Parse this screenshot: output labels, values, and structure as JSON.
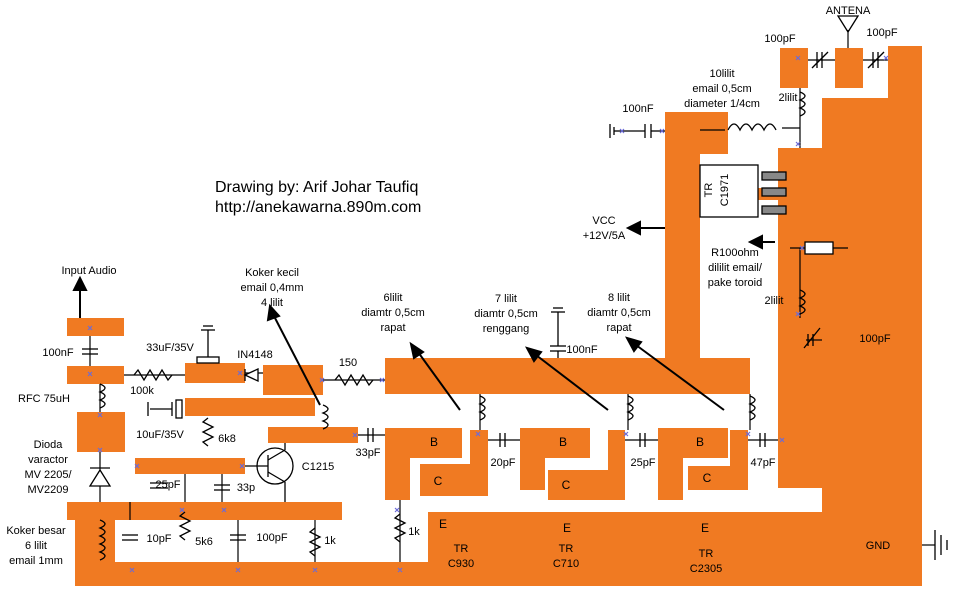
{
  "credits": {
    "line1": "Drawing by: Arif Johar Taufiq",
    "line2": "http://anekawarna.890m.com"
  },
  "colors": {
    "pad": "#f07a22",
    "wire": "#000000",
    "joint": "#6b6bd8",
    "background": "#ffffff"
  },
  "labels": {
    "antena": "ANTENA",
    "cap_100pf_ant_left": "100pF",
    "cap_100pf_ant_right": "100pF",
    "coil_out_1": "10lilit",
    "coil_out_2": "email 0,5cm",
    "coil_out_3": "diameter 1/4cm",
    "coil_2lilit_top": "2lilit",
    "cap_100nf_top": "100nF",
    "tr_c1971_a": "TR",
    "tr_c1971_b": "C1971",
    "vcc_1": "VCC",
    "vcc_2": "+12V/5A",
    "r100_1": "R100ohm",
    "r100_2": "dililit email/",
    "r100_3": "pake toroid",
    "coil_2lilit_mid": "2lilit",
    "trimmer_100pf": "100pF",
    "input_audio": "Input Audio",
    "koker_kecil_1": "Koker kecil",
    "koker_kecil_2": "email 0,4mm",
    "koker_kecil_3": "4 lilit",
    "cap_100nf_left": "100nF",
    "cap_33uf": "33uF/35V",
    "diode_in4148": "IN4148",
    "res_100k": "100k",
    "rfc": "RFC 75uH",
    "cap_10uf": "10uF/35V",
    "res_6k8": "6k8",
    "varactor_1": "Dioda",
    "varactor_2": "varactor",
    "varactor_3": "MV 2205/",
    "varactor_4": "MV2209",
    "cap_25pf": "25pF",
    "cap_33p": "33p",
    "tr_c1215": "C1215",
    "res_150": "150",
    "cap_33pf": "33pF",
    "coil6_1": "6lilit",
    "coil6_2": "diamtr 0,5cm",
    "coil6_3": "rapat",
    "coil7_1": "7 lilit",
    "coil7_2": "diamtr 0,5cm",
    "coil7_3": "renggang",
    "cap_100nf_mid": "100nF",
    "coil8_1": "8 lilit",
    "coil8_2": "diamtr 0,5cm",
    "coil8_3": "rapat",
    "b1": "B",
    "b2": "B",
    "b3": "B",
    "c1": "C",
    "c2": "C",
    "c3": "C",
    "cap_20pf": "20pF",
    "cap_25pf_b": "25pF",
    "cap_47pf": "47pF",
    "koker_besar_1": "Koker besar",
    "koker_besar_2": "6 lilit",
    "koker_besar_3": "email 1mm",
    "cap_10pf": "10pF",
    "res_5k6": "5k6",
    "cap_100pf_bottom": "100pF",
    "res_1k_a": "1k",
    "res_1k_b": "1k",
    "e1": "E",
    "e2": "E",
    "e3": "E",
    "tr1_a": "TR",
    "tr1_b": "C930",
    "tr2_a": "TR",
    "tr2_b": "C710",
    "tr3_a": "TR",
    "tr3_b": "C2305",
    "gnd": "GND"
  }
}
